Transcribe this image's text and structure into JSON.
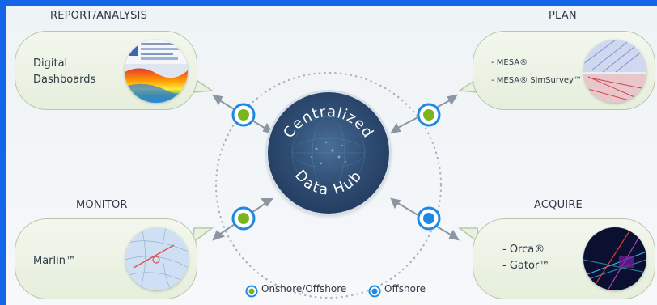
{
  "sections": {
    "report": {
      "title": "REPORT/ANALYSIS",
      "lines": [
        "Digital",
        "Dashboards"
      ],
      "thumb_icon": "dashboard-thumbnail-icon"
    },
    "plan": {
      "title": "PLAN",
      "lines": [
        "- MESA®",
        "- MESA® SimSurvey™"
      ],
      "thumb_icon": "survey-map-thumbnail-icon"
    },
    "monitor": {
      "title": "MONITOR",
      "lines": [
        "Marlin™"
      ],
      "thumb_icon": "marlin-map-thumbnail-icon"
    },
    "acquire": {
      "title": "ACQUIRE",
      "lines": [
        "- Orca®",
        "- Gator™"
      ],
      "thumb_icon": "acquire-3d-thumbnail-icon"
    }
  },
  "hub": {
    "line1": "Centralized",
    "line2": "Data Hub"
  },
  "legend": [
    {
      "label": "Onshore/Offshore",
      "color": "#7ab51d"
    },
    {
      "label": "Offshore",
      "color": "#1e88e5"
    }
  ],
  "colors": {
    "accent_green": "#7ab51d",
    "accent_blue": "#1e88e5",
    "frame_blue": "#1565e8",
    "ring": "#1e88e5"
  }
}
